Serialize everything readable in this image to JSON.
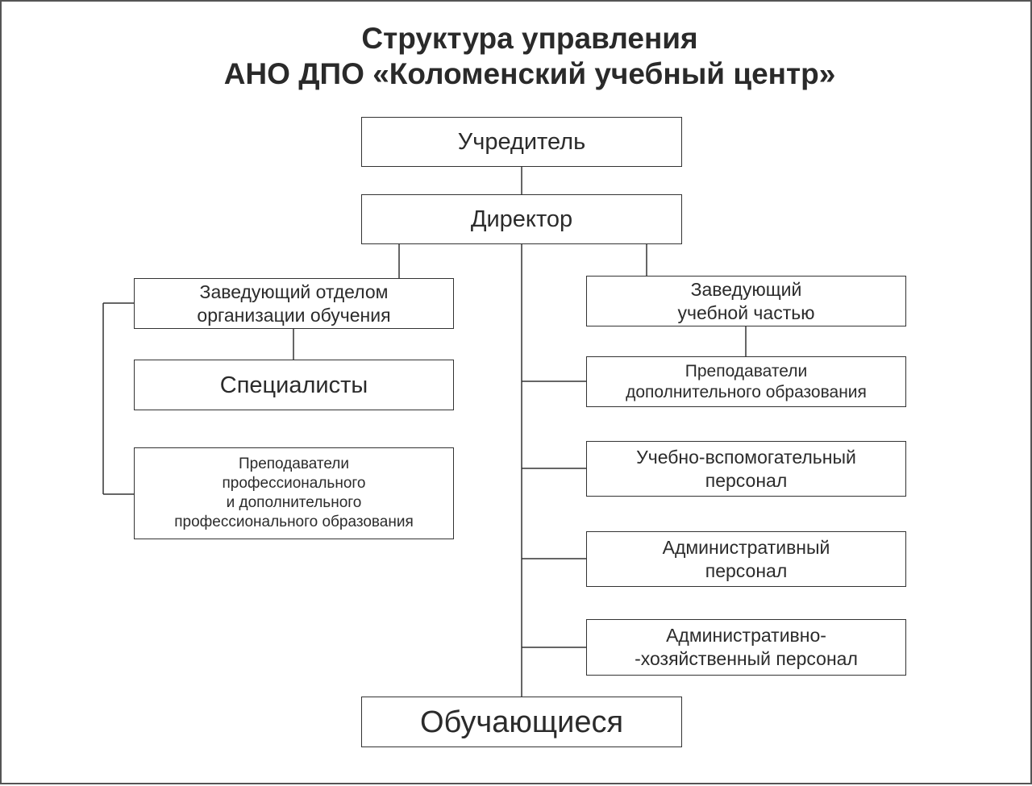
{
  "title": {
    "line1": "Структура управления",
    "line2": "АНО ДПО «Коломенский учебный центр»"
  },
  "nodes": {
    "founder": "Учредитель",
    "director": "Директор",
    "head_training_dept": "Заведующий отделом\nорганизации обучения",
    "specialists": "Специалисты",
    "teachers_prof": "Преподаватели\nпрофессионального\nи дополнительного\nпрофессионального образования",
    "head_academic": "Заведующий\nучебной частью",
    "teachers_additional": "Преподаватели\nдополнительного образования",
    "support_staff": "Учебно-вспомогательный\nперсонал",
    "admin_staff": "Административный\nперсонал",
    "admin_household_staff": "Административно-\n-хозяйственный персонал",
    "students": "Обучающиеся"
  }
}
